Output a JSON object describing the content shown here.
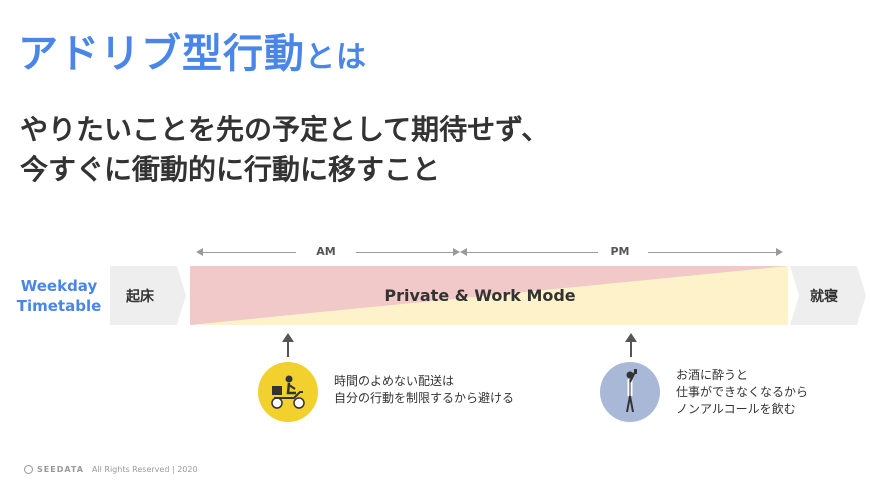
{
  "title": {
    "main": "アドリブ型行動",
    "suffix": "とは"
  },
  "subtitle": {
    "line1": "やりたいことを先の予定として期待せず、",
    "line2": "今すぐに衝動的に行動に移すこと"
  },
  "axis": {
    "am": "AM",
    "pm": "PM"
  },
  "timetable": {
    "label_line1": "Weekday",
    "label_line2": "Timetable",
    "wake": "起床",
    "mode": "Private & Work Mode",
    "sleep": "就寝"
  },
  "notes": {
    "left_line1": "時間のよめない配送は",
    "left_line2": "自分の行動を制限するから避ける",
    "right_line1": "お酒に酔うと",
    "right_line2": "仕事ができなくなるから",
    "right_line3": "ノンアルコールを飲む"
  },
  "footer": {
    "brand": "SEEDATA",
    "rights": "All Rights Reserved  |  2020"
  },
  "colors": {
    "accent": "#4a86e8",
    "private_pink": "#f1c9c9",
    "work_yellow": "#fdf2c9",
    "chevron_gray": "#eeeeee",
    "illus_yellow": "#f2d02e",
    "illus_blue": "#aab8d8"
  },
  "icons": {
    "left_illustration": "delivery-scooter-illustration",
    "right_illustration": "drinking-person-illustration"
  }
}
